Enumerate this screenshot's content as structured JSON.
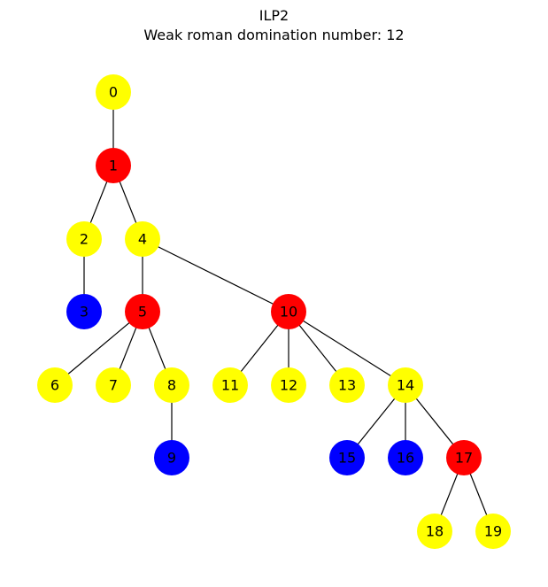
{
  "title": "ILP2",
  "subtitle": "Weak roman domination number: 12",
  "colors": {
    "yellow": "#ffff00",
    "red": "#ff0000",
    "blue": "#0000ff"
  },
  "graph": {
    "nodes": [
      {
        "id": "0",
        "color": "yellow"
      },
      {
        "id": "1",
        "color": "red"
      },
      {
        "id": "2",
        "color": "yellow"
      },
      {
        "id": "4",
        "color": "yellow"
      },
      {
        "id": "3",
        "color": "blue"
      },
      {
        "id": "5",
        "color": "red"
      },
      {
        "id": "10",
        "color": "red"
      },
      {
        "id": "6",
        "color": "yellow"
      },
      {
        "id": "7",
        "color": "yellow"
      },
      {
        "id": "8",
        "color": "yellow"
      },
      {
        "id": "11",
        "color": "yellow"
      },
      {
        "id": "12",
        "color": "yellow"
      },
      {
        "id": "13",
        "color": "yellow"
      },
      {
        "id": "14",
        "color": "yellow"
      },
      {
        "id": "9",
        "color": "blue"
      },
      {
        "id": "15",
        "color": "blue"
      },
      {
        "id": "16",
        "color": "blue"
      },
      {
        "id": "17",
        "color": "red"
      },
      {
        "id": "18",
        "color": "yellow"
      },
      {
        "id": "19",
        "color": "yellow"
      }
    ],
    "edges": [
      [
        "0",
        "1"
      ],
      [
        "1",
        "2"
      ],
      [
        "1",
        "4"
      ],
      [
        "2",
        "3"
      ],
      [
        "4",
        "5"
      ],
      [
        "4",
        "10"
      ],
      [
        "5",
        "6"
      ],
      [
        "5",
        "7"
      ],
      [
        "5",
        "8"
      ],
      [
        "8",
        "9"
      ],
      [
        "10",
        "11"
      ],
      [
        "10",
        "12"
      ],
      [
        "10",
        "13"
      ],
      [
        "10",
        "14"
      ],
      [
        "14",
        "15"
      ],
      [
        "14",
        "16"
      ],
      [
        "14",
        "17"
      ],
      [
        "17",
        "18"
      ],
      [
        "17",
        "19"
      ]
    ]
  }
}
